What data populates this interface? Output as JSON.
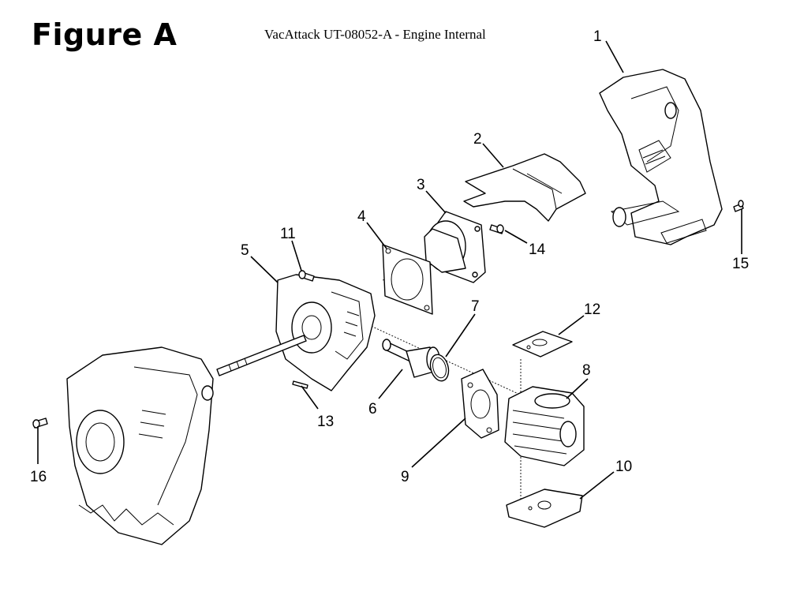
{
  "figure_label": "Figure A",
  "title": "VacAttack UT-08052-A - Engine Internal",
  "callouts": [
    "1",
    "2",
    "3",
    "4",
    "5",
    "6",
    "7",
    "8",
    "9",
    "10",
    "11",
    "12",
    "13",
    "14",
    "15",
    "16"
  ],
  "colors": {
    "ink": "#000000",
    "paper": "#ffffff"
  }
}
